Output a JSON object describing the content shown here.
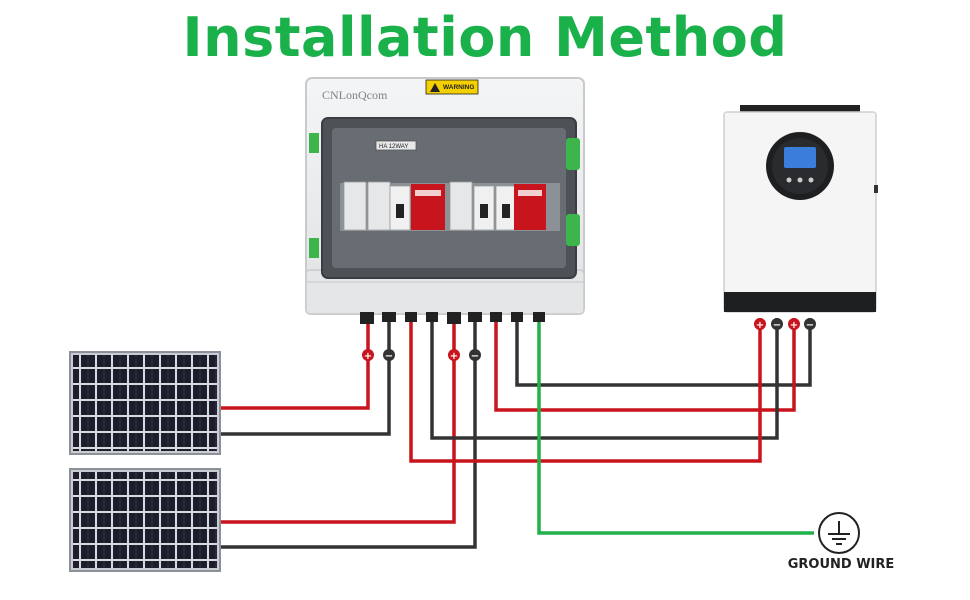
{
  "title": "Installation Method",
  "combiner_box": {
    "brand": "CNLonQcom",
    "warning_label": "WARNING",
    "rail_label": "HA 12WAY"
  },
  "ground_label": "GROUND WIRE",
  "polarity": {
    "positive": "+",
    "negative": "−"
  },
  "colors": {
    "title": "#1ab04a",
    "positive_wire": "#c8141c",
    "negative_wire": "#333333",
    "ground_wire": "#22b14c"
  }
}
